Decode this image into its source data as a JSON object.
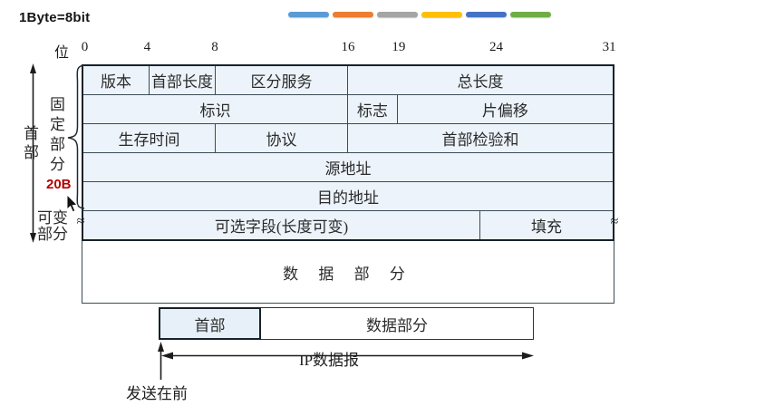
{
  "note": "1Byte=8bit",
  "decor_bars": {
    "colors": [
      "#5b9bd5",
      "#ed7d31",
      "#a5a5a5",
      "#ffc000",
      "#4472c4",
      "#70ad47"
    ]
  },
  "bit_scale": {
    "unit_label": "位",
    "ticks": [
      "0",
      "4",
      "8",
      "16",
      "19",
      "24",
      "31"
    ]
  },
  "header_table": {
    "rows": [
      {
        "cells": [
          {
            "label": "版本"
          },
          {
            "label": "首部长度"
          },
          {
            "label": "区分服务"
          },
          {
            "label": "总长度"
          }
        ]
      },
      {
        "cells": [
          {
            "label": "标识"
          },
          {
            "label": "标志"
          },
          {
            "label": "片偏移"
          }
        ]
      },
      {
        "cells": [
          {
            "label": "生存时间"
          },
          {
            "label": "协议"
          },
          {
            "label": "首部检验和"
          }
        ]
      },
      {
        "cells": [
          {
            "label": "源地址"
          }
        ]
      },
      {
        "cells": [
          {
            "label": "目的地址"
          }
        ]
      },
      {
        "cells": [
          {
            "label": "可选字段(长度可变)"
          },
          {
            "label": "填充"
          }
        ]
      }
    ],
    "data_row_label": "数 据 部 分",
    "break_mark": "≈"
  },
  "annotations": {
    "header_label": "首部",
    "fixed_label": "固定部分",
    "fixed_size": "20B",
    "fixed_size_color": "#b30000",
    "variable_label_line1": "可变",
    "variable_label_line2": "部分"
  },
  "bottom_diagram": {
    "header_cell": "首部",
    "data_cell": "数据部分",
    "span_label": "IP数据报",
    "sent_first_label": "发送在前"
  },
  "colors": {
    "cell_fill": "#ecf3fa",
    "outer_border": "#16222a",
    "inner_border": "#3c4c56"
  }
}
